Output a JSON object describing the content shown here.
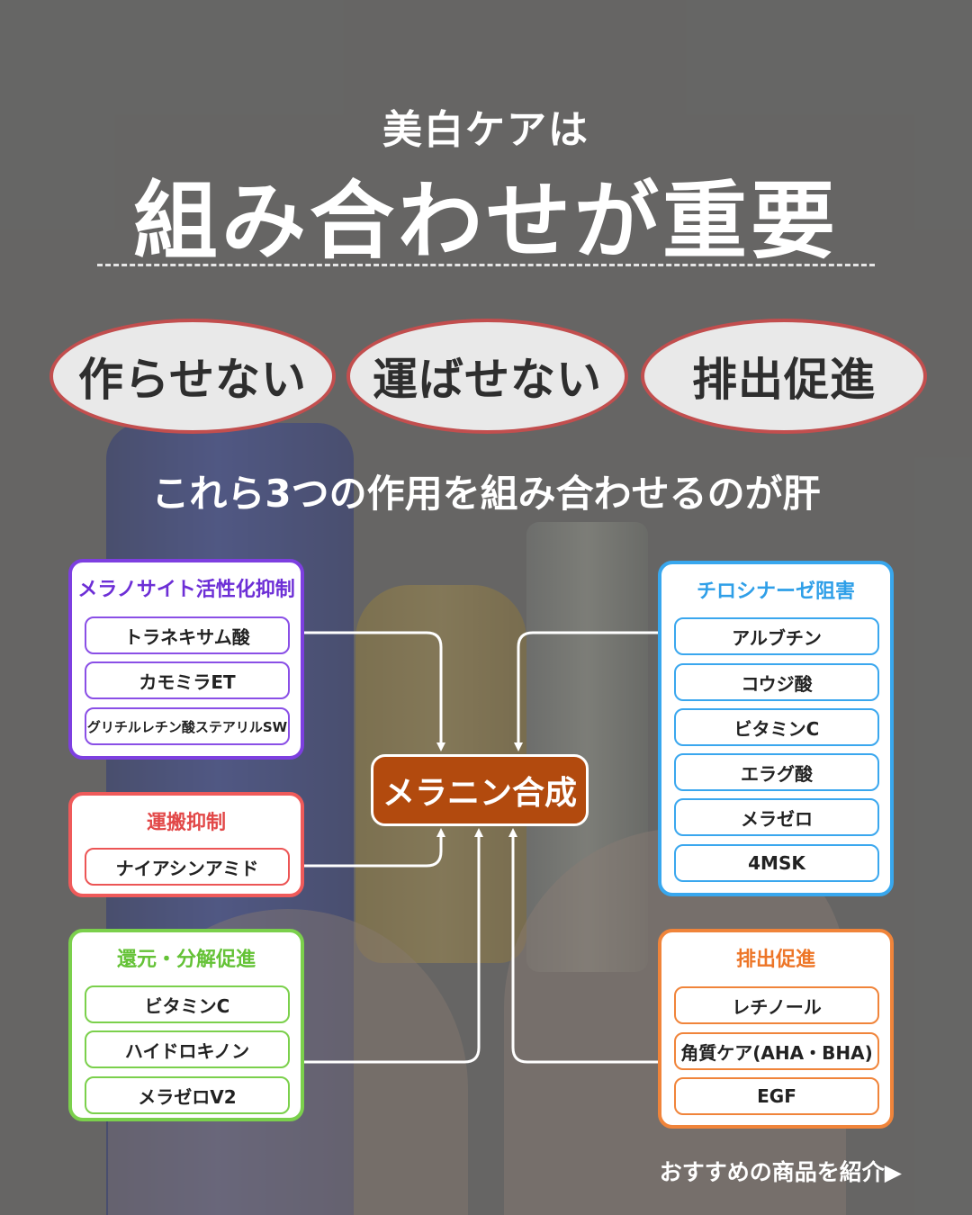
{
  "header": {
    "subtitle": "美白ケアは",
    "title": "組み合わせが重要"
  },
  "ovals": [
    "作らせない",
    "運ばせない",
    "排出促進"
  ],
  "tagline": "これら3つの作用を組み合わせるのが肝",
  "center_label": "メラニン合成",
  "boxes": {
    "melanocyte": {
      "title": "メラノサイト活性化抑制",
      "items": [
        "トラネキサム酸",
        "カモミラET",
        "グリチルレチン酸ステアリルSW"
      ]
    },
    "transport": {
      "title": "運搬抑制",
      "items": [
        "ナイアシンアミド"
      ]
    },
    "reduction": {
      "title": "還元・分解促進",
      "items": [
        "ビタミンC",
        "ハイドロキノン",
        "メラゼロV2"
      ]
    },
    "tyrosinase": {
      "title": "チロシナーゼ阻害",
      "items": [
        "アルブチン",
        "コウジ酸",
        "ビタミンC",
        "エラグ酸",
        "メラゼロ",
        "4MSK"
      ]
    },
    "excretion": {
      "title": "排出促進",
      "items": [
        "レチノール",
        "角質ケア(AHA・BHA)",
        "EGF"
      ]
    }
  },
  "footer": "おすすめの商品を紹介▶",
  "colors": {
    "purple": "#7d3fe0",
    "red": "#ef5a5a",
    "green": "#7bd04c",
    "blue": "#38a7ee",
    "orange": "#f0843a",
    "center": "#b24a0e",
    "oval_border": "#c24e4e"
  }
}
